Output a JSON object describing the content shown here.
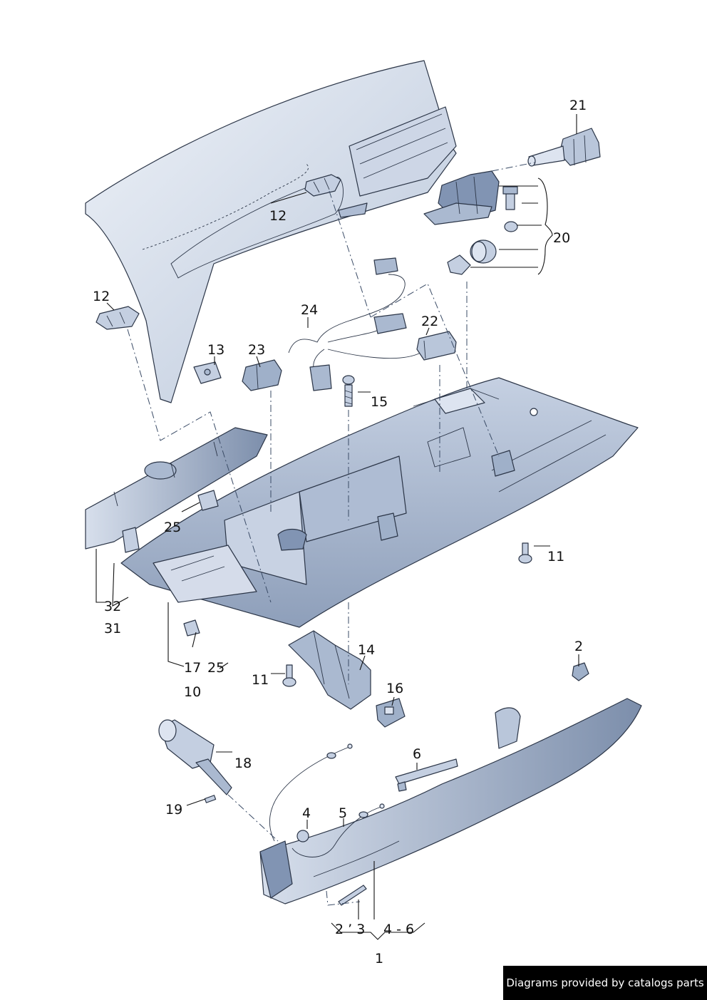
{
  "callouts": {
    "c21": "21",
    "c12a": "12",
    "c20": "20",
    "c12b": "12",
    "c24": "24",
    "c22": "22",
    "c13": "13",
    "c23": "23",
    "c15": "15",
    "c25a": "25",
    "c11a": "11",
    "c32": "32",
    "c31": "31",
    "c17": "17",
    "c25b": "25",
    "c10": "10",
    "c14": "14",
    "c11b": "11",
    "c2": "2",
    "c16": "16",
    "c18": "18",
    "c6": "6",
    "c19": "19",
    "c4": "4",
    "c5": "5",
    "c23b": "2 ’ 3",
    "c46": "4 - 6",
    "c1": "1"
  },
  "watermark": "Diagrams provided by catalogs parts",
  "colors": {
    "fill": "#dde4f0",
    "shade": "#9fb0c9",
    "dark": "#44546f",
    "line": "#2b3547"
  }
}
